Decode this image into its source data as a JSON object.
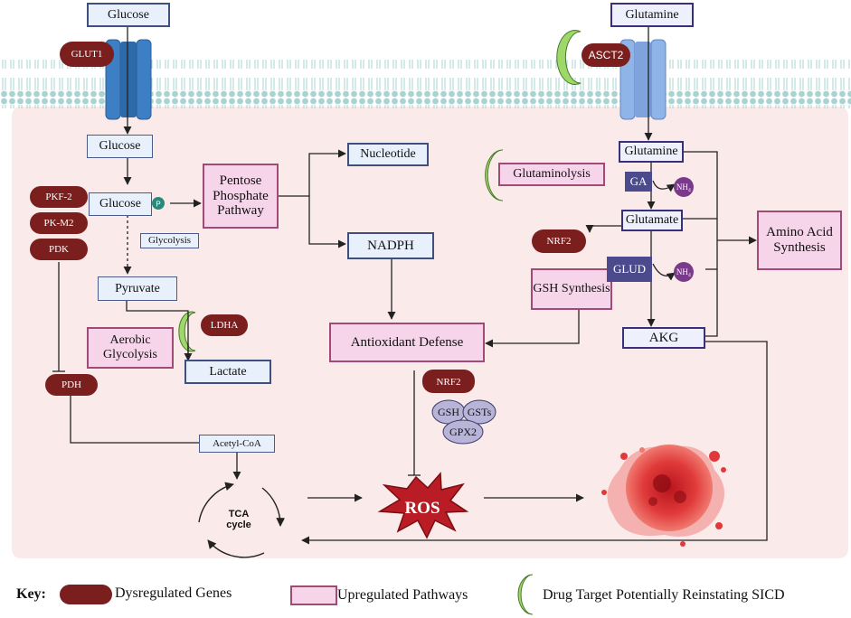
{
  "labels": {
    "glucose_ext": "Glucose",
    "glutamine_ext": "Glutamine",
    "glut1": "GLUT1",
    "asct2": "ASCT2",
    "glucose_1": "Glucose",
    "glucose_2": "Glucose",
    "phosphate": "P",
    "glycolysis": "Glycolysis",
    "pkf2": "PKF-2",
    "pkm2": "PK-M2",
    "pdk": "PDK",
    "pyruvate": "Pyruvate",
    "ldha": "LDHA",
    "aerobic": "Aerobic Glycolysis",
    "lactate": "Lactate",
    "pdh": "PDH",
    "acetyl": "Acetyl-CoA",
    "tca_1": "TCA",
    "tca_2": "cycle",
    "ppp": "Pentose Phosphate Pathway",
    "nucleotide": "Nucleotide",
    "nadph": "NADPH",
    "antiox": "Antioxidant Defense",
    "nrf2_center": "NRF2",
    "gsh": "GSH",
    "gsts": "GSTs",
    "gpx2": "GPX2",
    "ros": "ROS",
    "glutaminolysis": "Glutaminolysis",
    "glutamine_int": "Glutamine",
    "ga": "GA",
    "nh4_1": "NH₄",
    "glutamate": "Glutamate",
    "nrf2_right": "NRF2",
    "gsh_synth": "GSH Synthesis",
    "glud": "GLUD",
    "nh4_2": "NH₄",
    "akg": "AKG",
    "amino": "Amino Acid Synthesis"
  },
  "key": {
    "title": "Key:",
    "genes": "Dysregulated Genes",
    "pathways": "Upregulated Pathways",
    "drug": "Drug Target Potentially Reinstating SICD"
  },
  "colors": {
    "gene": "#7b1e1e",
    "pathway_fill": "#f6d4ea",
    "pathway_border": "#a04a78",
    "metabolite_fill": "#e8f0fb",
    "drug_target": "#9ed86a",
    "ros": "#b91c24",
    "cell_bg": "#fbeaea"
  }
}
